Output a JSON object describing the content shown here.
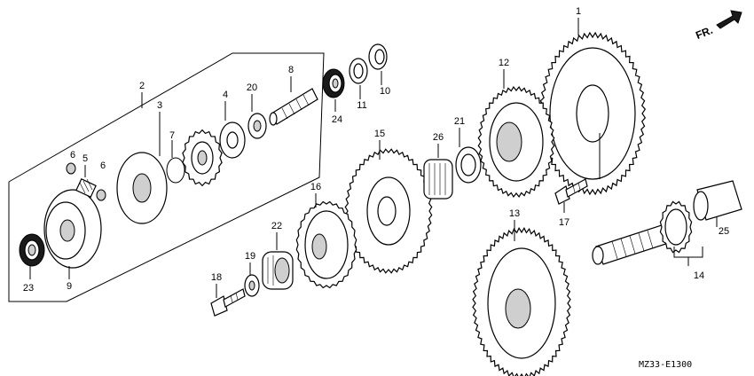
{
  "diagram": {
    "code": "MZ33-E1300",
    "direction_label": "FR.",
    "callouts": [
      {
        "id": "c1",
        "text": "1"
      },
      {
        "id": "c2",
        "text": "2"
      },
      {
        "id": "c3",
        "text": "3"
      },
      {
        "id": "c4",
        "text": "4"
      },
      {
        "id": "c5",
        "text": "5"
      },
      {
        "id": "c6a",
        "text": "6"
      },
      {
        "id": "c6b",
        "text": "6"
      },
      {
        "id": "c7",
        "text": "7"
      },
      {
        "id": "c8",
        "text": "8"
      },
      {
        "id": "c9",
        "text": "9"
      },
      {
        "id": "c10",
        "text": "10"
      },
      {
        "id": "c11",
        "text": "11"
      },
      {
        "id": "c12",
        "text": "12"
      },
      {
        "id": "c13",
        "text": "13"
      },
      {
        "id": "c14",
        "text": "14"
      },
      {
        "id": "c15",
        "text": "15"
      },
      {
        "id": "c16",
        "text": "16"
      },
      {
        "id": "c17",
        "text": "17"
      },
      {
        "id": "c18",
        "text": "18"
      },
      {
        "id": "c19",
        "text": "19"
      },
      {
        "id": "c20",
        "text": "20"
      },
      {
        "id": "c21",
        "text": "21"
      },
      {
        "id": "c22",
        "text": "22"
      },
      {
        "id": "c23",
        "text": "23"
      },
      {
        "id": "c24",
        "text": "24"
      },
      {
        "id": "c25",
        "text": "25"
      },
      {
        "id": "c26",
        "text": "26"
      }
    ]
  }
}
